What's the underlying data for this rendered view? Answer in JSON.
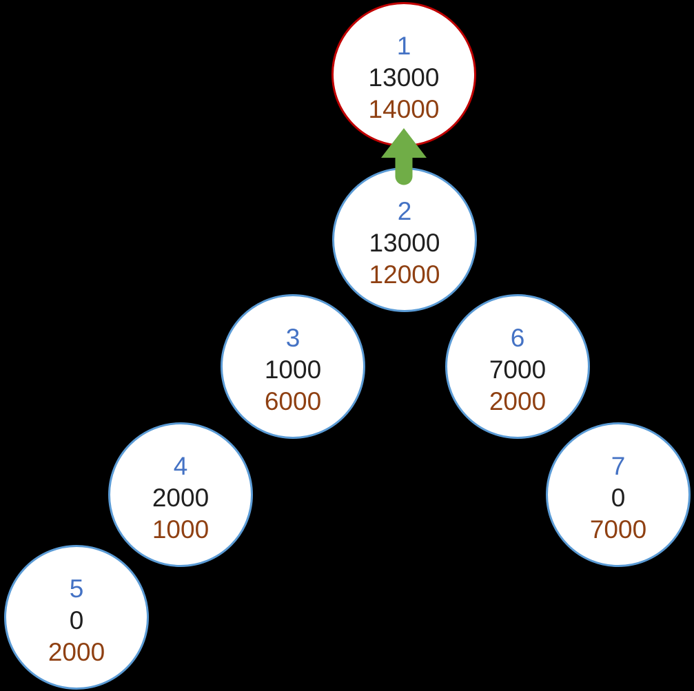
{
  "diagram": {
    "background_color": "#000000",
    "node_style": {
      "fill": "#ffffff",
      "border_color": "#5B9BD5",
      "root_border_color": "#C00000",
      "id_color": "#4472C4",
      "value_color": "#1F1F1F",
      "second_value_color": "#8F4012"
    },
    "arrow": {
      "icon": "up-arrow-icon",
      "direction": "up",
      "from_node": "2",
      "to_node": "1",
      "color": "#70AD47"
    },
    "nodes": [
      {
        "id": "1",
        "value": "13000",
        "second_value": "14000",
        "is_root": true
      },
      {
        "id": "2",
        "value": "13000",
        "second_value": "12000",
        "is_root": false
      },
      {
        "id": "3",
        "value": "1000",
        "second_value": "6000",
        "is_root": false
      },
      {
        "id": "4",
        "value": "2000",
        "second_value": "1000",
        "is_root": false
      },
      {
        "id": "5",
        "value": "0",
        "second_value": "2000",
        "is_root": false
      },
      {
        "id": "6",
        "value": "7000",
        "second_value": "2000",
        "is_root": false
      },
      {
        "id": "7",
        "value": "0",
        "second_value": "7000",
        "is_root": false
      }
    ]
  }
}
